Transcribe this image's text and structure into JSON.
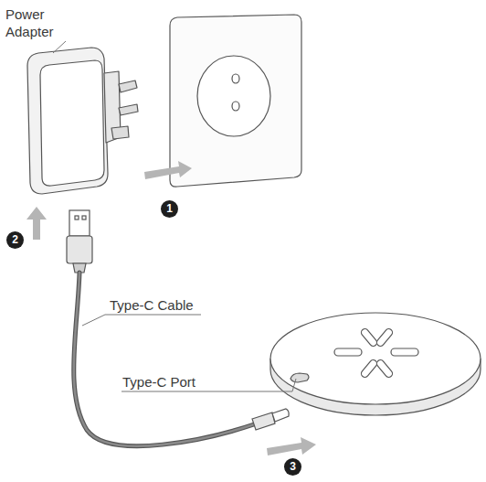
{
  "diagram": {
    "labels": [
      "Power Adapter",
      "Type-C Cable",
      "Type-C Port",
      "1",
      "2",
      "3"
    ]
  }
}
